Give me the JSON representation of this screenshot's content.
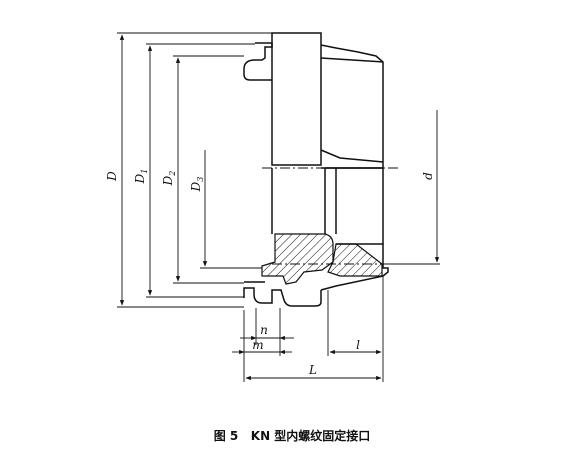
{
  "figure": {
    "caption": "图 5   KN 型内螺纹固定接口",
    "dimensions": {
      "D": "D",
      "D1": {
        "base": "D",
        "sub": "1"
      },
      "D2": {
        "base": "D",
        "sub": "2"
      },
      "D3": {
        "base": "D",
        "sub": "3"
      },
      "d": "d",
      "n": "n",
      "m": "m",
      "l": "l",
      "L": "L"
    }
  }
}
